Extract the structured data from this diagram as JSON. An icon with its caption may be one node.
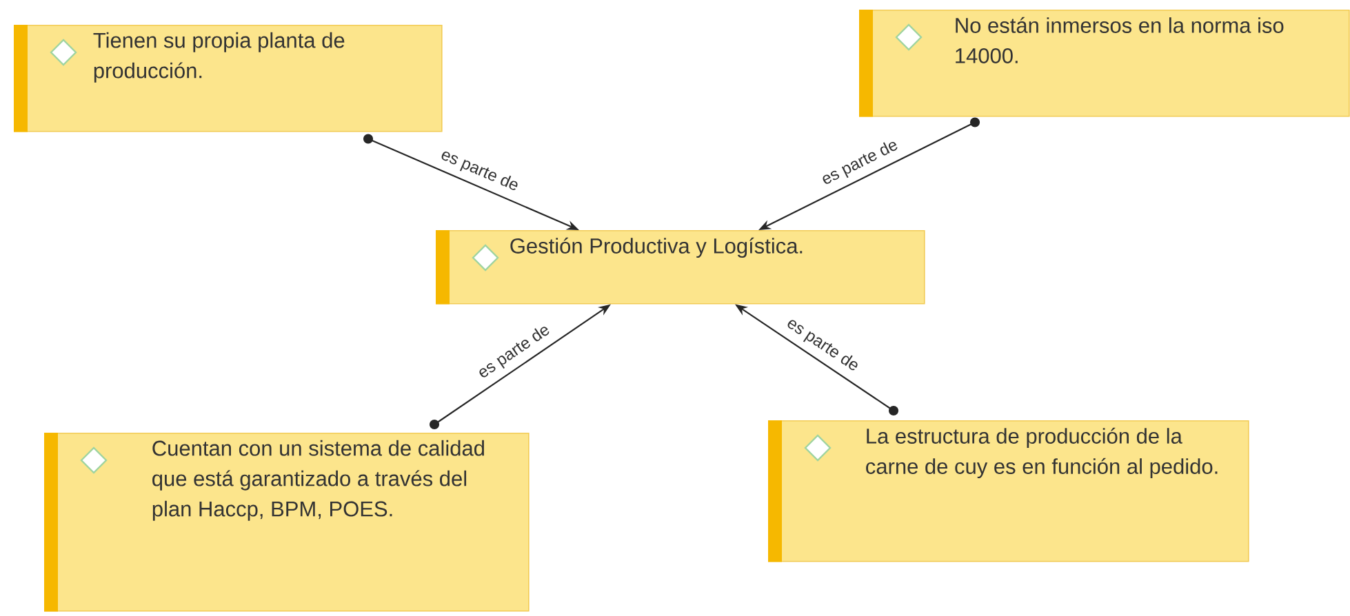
{
  "diagram": {
    "nodes": [
      {
        "text": [
          "Tienen su propia planta de producción."
        ]
      },
      {
        "text": [
          "No están inmersos en la norma iso 14000."
        ]
      },
      {
        "text": [
          "Gestión Productiva y Logística."
        ]
      },
      {
        "text": [
          "Cuentan con un sistema de calidad  que está garantizado a través del plan Haccp,  BPM, POES."
        ]
      },
      {
        "text": [
          "La estructura de producción de la carne de cuy es en función al pedido."
        ]
      }
    ],
    "edges": [
      {
        "from": 0,
        "to": 2,
        "arrow": "to",
        "label": "es parte de"
      },
      {
        "from": 1,
        "to": 2,
        "arrow": "to",
        "label": "es parte de"
      },
      {
        "from": 3,
        "to": 2,
        "arrow": "to",
        "label": "es parte de"
      },
      {
        "from": 4,
        "to": 2,
        "arrow": "to",
        "label": "es parte de"
      }
    ]
  }
}
